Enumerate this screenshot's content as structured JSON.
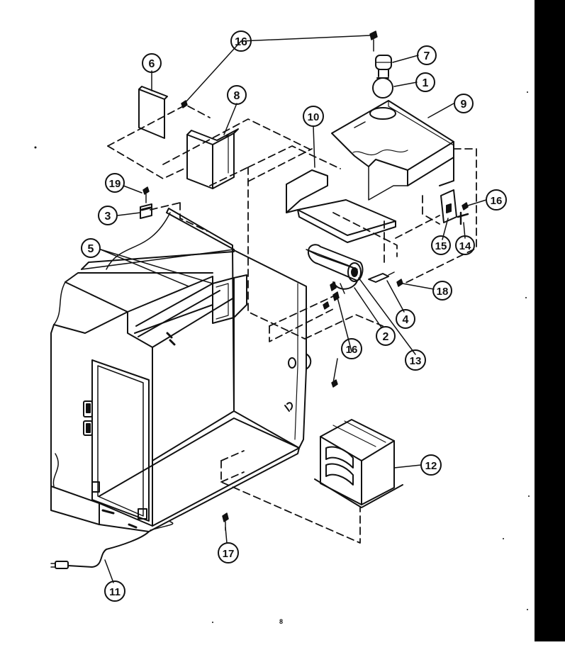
{
  "diagram": {
    "page_number": "8",
    "colors": {
      "ink": "#111111",
      "paper": "#ffffff",
      "edge_bar": "#000000"
    },
    "callouts": [
      {
        "id": "c1",
        "label": "1"
      },
      {
        "id": "c2",
        "label": "2"
      },
      {
        "id": "c3",
        "label": "3"
      },
      {
        "id": "c4",
        "label": "4"
      },
      {
        "id": "c5",
        "label": "5"
      },
      {
        "id": "c6",
        "label": "6"
      },
      {
        "id": "c7",
        "label": "7"
      },
      {
        "id": "c8",
        "label": "8"
      },
      {
        "id": "c9",
        "label": "9"
      },
      {
        "id": "c10",
        "label": "10"
      },
      {
        "id": "c11",
        "label": "11"
      },
      {
        "id": "c12",
        "label": "12"
      },
      {
        "id": "c13",
        "label": "13"
      },
      {
        "id": "c14",
        "label": "14"
      },
      {
        "id": "c15",
        "label": "15"
      },
      {
        "id": "c16a",
        "label": "16"
      },
      {
        "id": "c16b",
        "label": "16"
      },
      {
        "id": "c16c",
        "label": "16"
      },
      {
        "id": "c17",
        "label": "17"
      },
      {
        "id": "c18",
        "label": "18"
      },
      {
        "id": "c19",
        "label": "19"
      }
    ]
  }
}
